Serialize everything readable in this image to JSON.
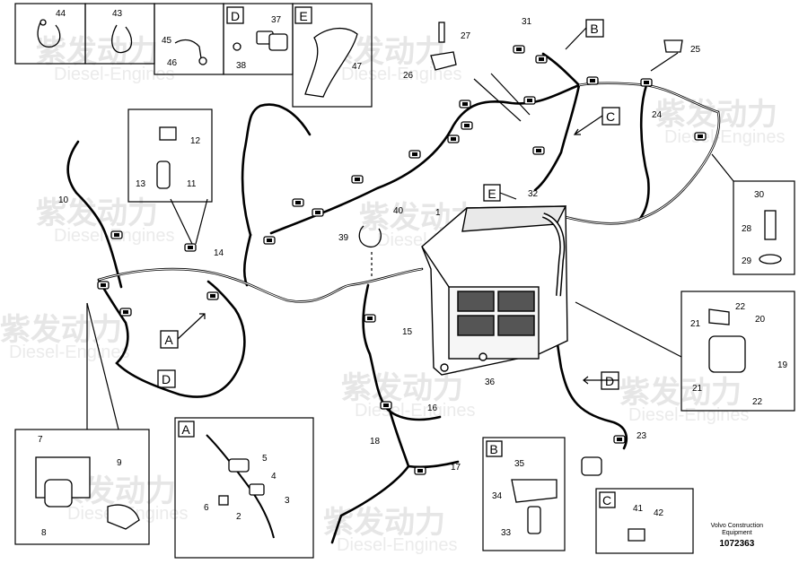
{
  "watermark": {
    "brand_cn": "紫发动力",
    "brand_en": "Diesel-Engines"
  },
  "footer": {
    "brand_line1": "Volvo Construction",
    "brand_line2": "Equipment",
    "drawing_number": "1072363"
  },
  "callouts": [
    "1",
    "2",
    "3",
    "4",
    "5",
    "6",
    "7",
    "8",
    "9",
    "10",
    "11",
    "12",
    "13",
    "14",
    "15",
    "16",
    "17",
    "18",
    "19",
    "20",
    "21",
    "22",
    "23",
    "24",
    "25",
    "26",
    "27",
    "28",
    "29",
    "30",
    "31",
    "32",
    "33",
    "34",
    "35",
    "36",
    "37",
    "38",
    "39",
    "40",
    "41",
    "42",
    "43",
    "44",
    "45",
    "46",
    "47"
  ],
  "detail_letters": [
    "A",
    "B",
    "C",
    "D",
    "E"
  ]
}
